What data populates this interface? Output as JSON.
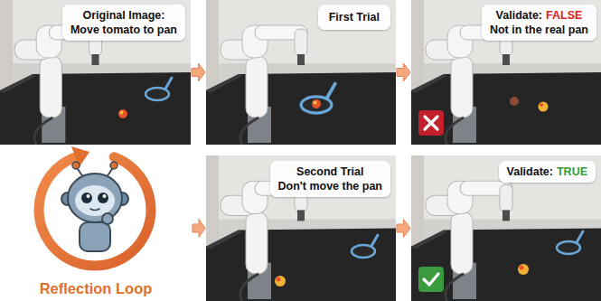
{
  "diagram": {
    "nodes": [
      {
        "text": [
          "Original Image:",
          "Move tomato to pan"
        ]
      },
      {
        "text": [
          "First Trial"
        ]
      },
      {
        "text": [
          "Validate:",
          "FALSE",
          "Not in the real pan"
        ]
      },
      {
        "text": [
          "Reflection Loop"
        ]
      },
      {
        "text": [
          "Second Trial",
          "Don't move the pan"
        ]
      },
      {
        "text": [
          "Validate:",
          "TRUE"
        ]
      }
    ],
    "edges": [
      {
        "from": 0,
        "to": 1,
        "arrow": "to"
      },
      {
        "from": 1,
        "to": 2,
        "arrow": "to"
      },
      {
        "from": 3,
        "to": 4,
        "arrow": "to"
      },
      {
        "from": 4,
        "to": 5,
        "arrow": "to"
      }
    ]
  }
}
